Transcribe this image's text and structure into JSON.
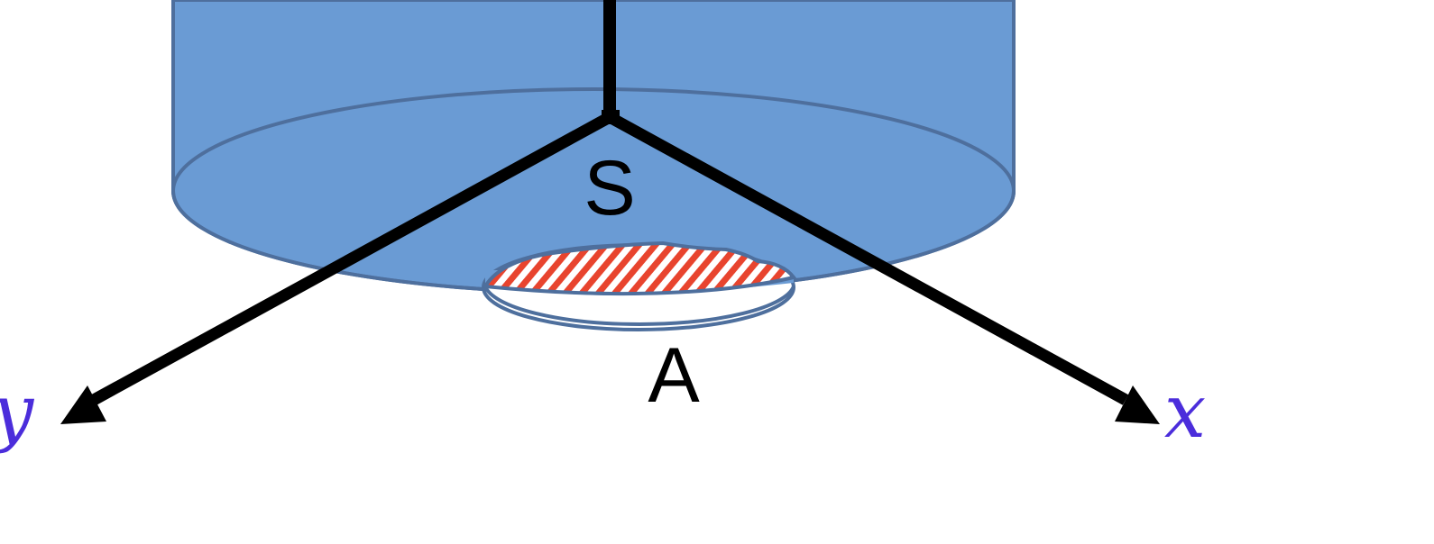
{
  "diagram": {
    "labels": {
      "surface": "S",
      "area": "A",
      "x_axis": "x",
      "y_axis": "y"
    },
    "colors": {
      "cylinder_fill": "#6A9BD4",
      "cylinder_edge": "#4E6F9D",
      "axis_line": "#000000",
      "axis_label": "#4B2DDB",
      "hatch_stripe": "#E8442E",
      "hatch_background": "#FFFFFF",
      "area_edge": "#4E6F9D"
    },
    "shapes": {
      "cylinder": "cylinder",
      "hatched_region": "hatched-region",
      "base_ellipse": "base-ellipse",
      "area_ellipse": "area-ellipse"
    }
  }
}
